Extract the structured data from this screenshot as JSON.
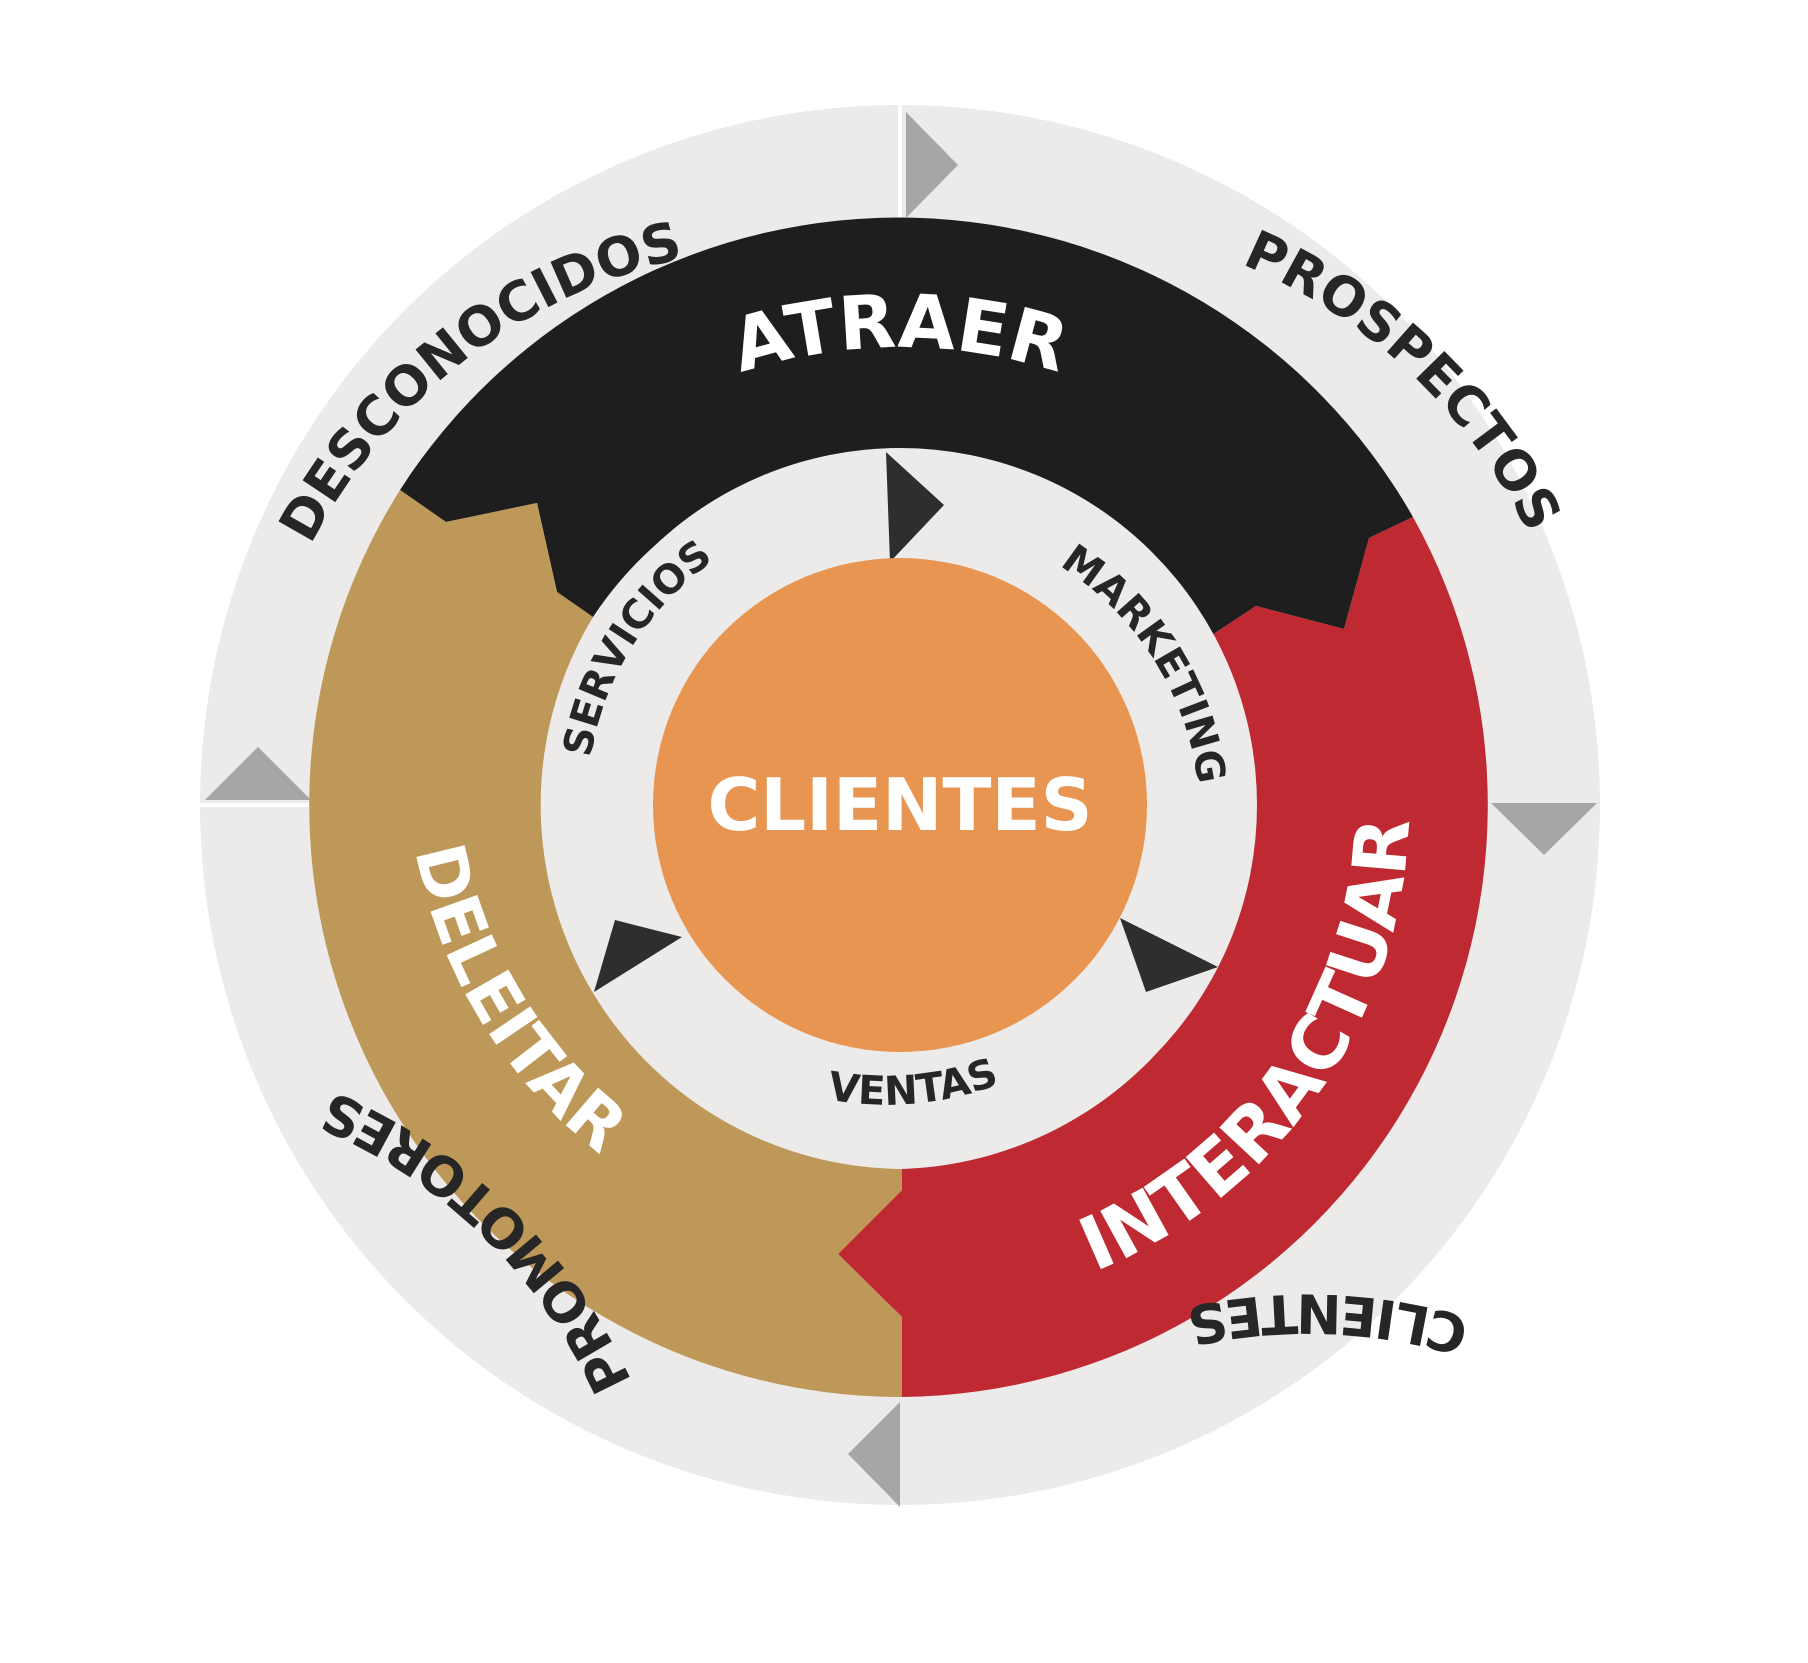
{
  "outer_ring": {
    "labels": {
      "unknowns": "DESCONOCIDOS",
      "prospects": "PROSPECTOS",
      "customers": "CLIENTES",
      "promoters": "PROMOTORES"
    }
  },
  "phases": {
    "attract": "ATRAER",
    "engage": "INTERACTUAR",
    "delight": "DELEITAR"
  },
  "inner_ring": {
    "marketing": "MARKETING",
    "sales": "VENTAS",
    "services": "SERVICIOS"
  },
  "center": {
    "label": "CLIENTES"
  },
  "colors": {
    "outer_ring": "#ecebea",
    "attract": "#1e1e1e",
    "engage": "#bf2932",
    "delight": "#be9858",
    "inner_ring": "#ecebea",
    "center": "#e79550",
    "outer_arrow": "#a6a6a6",
    "inner_arrow": "#2e2e2e",
    "dark_text": "#262626",
    "light_text": "#ffffff"
  }
}
